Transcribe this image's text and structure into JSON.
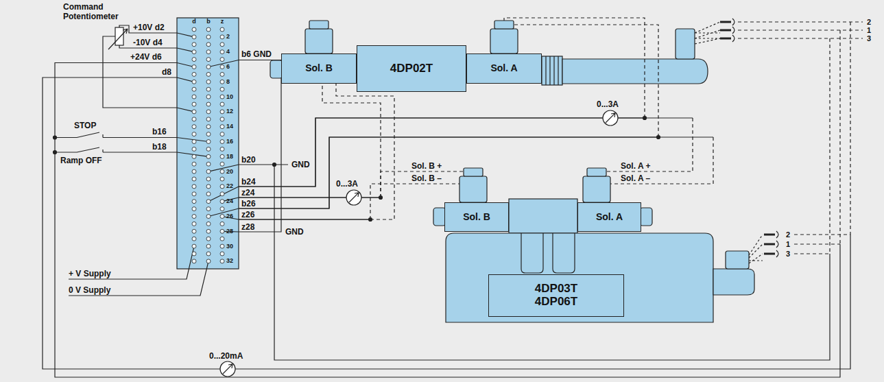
{
  "diagram": {
    "nodes": [
      {
        "text": [
          "d",
          "b",
          "z",
          "2",
          "4",
          "6",
          "8",
          "10",
          "12",
          "14",
          "16",
          "18",
          "20",
          "22",
          "24",
          "26",
          "28",
          "30",
          "32"
        ]
      },
      {
        "text": [
          "Sol. B"
        ]
      },
      {
        "text": [
          "4DP02T"
        ]
      },
      {
        "text": [
          "Sol. A"
        ]
      },
      {
        "text": [
          "Sol. B"
        ]
      },
      {
        "text": [
          "Sol. A"
        ]
      },
      {
        "text": [
          "4DP03T 4DP06T"
        ]
      }
    ],
    "edges": [
      {
        "from": 0,
        "to": 3,
        "arrow": "none"
      },
      {
        "from": 0,
        "to": 5,
        "arrow": "none"
      },
      {
        "from": 0,
        "to": 4,
        "arrow": "none"
      },
      {
        "from": 0,
        "to": 1,
        "arrow": "none"
      },
      {
        "from": 0,
        "to": 4,
        "arrow": "none"
      },
      {
        "from": 0,
        "to": 5,
        "arrow": "none"
      },
      {
        "from": 0,
        "to": 3,
        "arrow": "none"
      },
      {
        "from": 0,
        "to": 1,
        "arrow": "none"
      }
    ],
    "labels": [
      "Command Potentiometer",
      "+10V d2",
      "-10V d4",
      "+24V d6",
      "d8",
      "STOP",
      "b16",
      "b18",
      "Ramp OFF",
      "+ V Supply",
      "0 V Supply",
      "b6 GND",
      "b20",
      "GND",
      "b24",
      "z24",
      "b26",
      "z26",
      "z28",
      "GND",
      "0...3A",
      "0...3A",
      "0...20mA",
      "Sol. B +",
      "Sol. B –",
      "Sol. A +",
      "Sol. A –",
      "2",
      "1",
      "3",
      "2",
      "1",
      "3"
    ]
  }
}
